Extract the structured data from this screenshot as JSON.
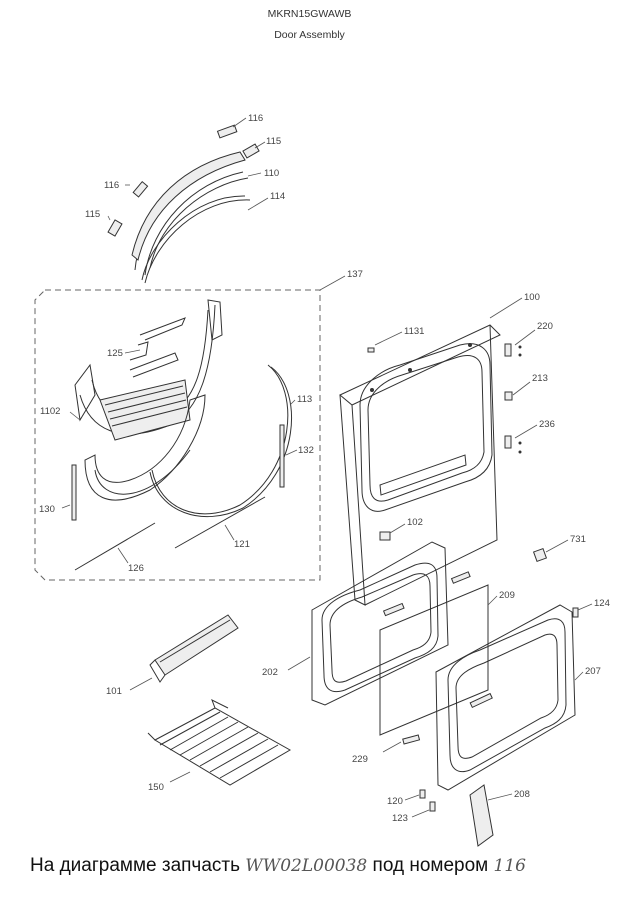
{
  "header": {
    "model": "MKRN15GWAWB",
    "title": "Door Assembly"
  },
  "callouts": {
    "c100": "100",
    "c1131": "1131",
    "c220": "220",
    "c213": "213",
    "c236": "236",
    "c137": "137",
    "c125": "125",
    "c1102": "1102",
    "c113": "113",
    "c132": "132",
    "c130": "130",
    "c121": "121",
    "c126": "126",
    "c102": "102",
    "c731": "731",
    "c209": "209",
    "c124": "124",
    "c202": "202",
    "c207": "207",
    "c101": "101",
    "c229": "229",
    "c150": "150",
    "c120": "120",
    "c123": "123",
    "c208": "208",
    "c116a": "116",
    "c115a": "115",
    "c110": "110",
    "c116b": "116",
    "c115b": "115",
    "c114": "114"
  },
  "caption": {
    "prefix": "На диаграмме запчасть",
    "part_number": "WW02L00038",
    "middle": "под номером",
    "callout": "116"
  }
}
